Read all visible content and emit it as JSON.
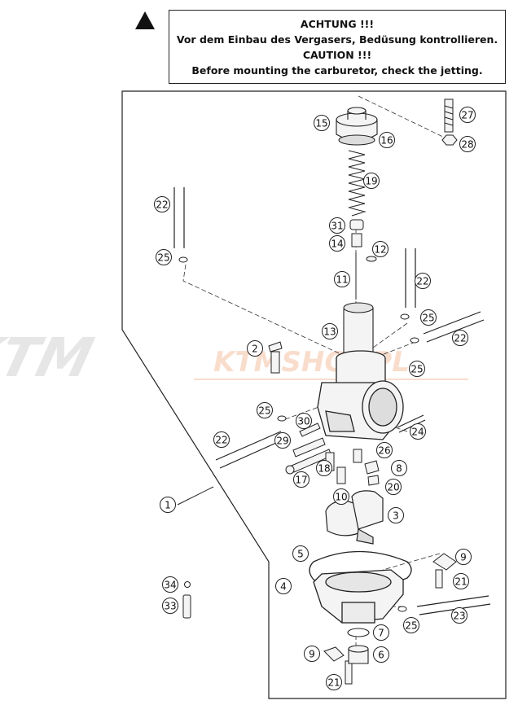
{
  "notice": {
    "line1": "ACHTUNG !!!",
    "line2": "Vor dem Einbau des Vergasers, Bedüsung kontrollieren.",
    "line3": "CAUTION !!!",
    "line4": "Before mounting the carburetor, check the jetting."
  },
  "watermark": {
    "brand": "KTM",
    "site": "KTMSHOP.PL"
  },
  "callouts": [
    {
      "id": "c15",
      "label": "15"
    },
    {
      "id": "c16",
      "label": "16"
    },
    {
      "id": "c27",
      "label": "27"
    },
    {
      "id": "c28",
      "label": "28"
    },
    {
      "id": "c19",
      "label": "19"
    },
    {
      "id": "c22a",
      "label": "22"
    },
    {
      "id": "c31",
      "label": "31"
    },
    {
      "id": "c14",
      "label": "14"
    },
    {
      "id": "c12",
      "label": "12"
    },
    {
      "id": "c25a",
      "label": "25"
    },
    {
      "id": "c11",
      "label": "11"
    },
    {
      "id": "c22b",
      "label": "22"
    },
    {
      "id": "c25b",
      "label": "25"
    },
    {
      "id": "c13",
      "label": "13"
    },
    {
      "id": "c22c",
      "label": "22"
    },
    {
      "id": "c2",
      "label": "2"
    },
    {
      "id": "c25c",
      "label": "25"
    },
    {
      "id": "c25d",
      "label": "25"
    },
    {
      "id": "c30",
      "label": "30"
    },
    {
      "id": "c24",
      "label": "24"
    },
    {
      "id": "c22d",
      "label": "22"
    },
    {
      "id": "c29",
      "label": "29"
    },
    {
      "id": "c26",
      "label": "26"
    },
    {
      "id": "c18",
      "label": "18"
    },
    {
      "id": "c8",
      "label": "8"
    },
    {
      "id": "c17",
      "label": "17"
    },
    {
      "id": "c20",
      "label": "20"
    },
    {
      "id": "c10",
      "label": "10"
    },
    {
      "id": "c1",
      "label": "1"
    },
    {
      "id": "c3",
      "label": "3"
    },
    {
      "id": "c5",
      "label": "5"
    },
    {
      "id": "c9a",
      "label": "9"
    },
    {
      "id": "c4",
      "label": "4"
    },
    {
      "id": "c21a",
      "label": "21"
    },
    {
      "id": "c34",
      "label": "34"
    },
    {
      "id": "c33",
      "label": "33"
    },
    {
      "id": "c23",
      "label": "23"
    },
    {
      "id": "c25e",
      "label": "25"
    },
    {
      "id": "c7",
      "label": "7"
    },
    {
      "id": "c9b",
      "label": "9"
    },
    {
      "id": "c6",
      "label": "6"
    },
    {
      "id": "c21b",
      "label": "21"
    }
  ]
}
